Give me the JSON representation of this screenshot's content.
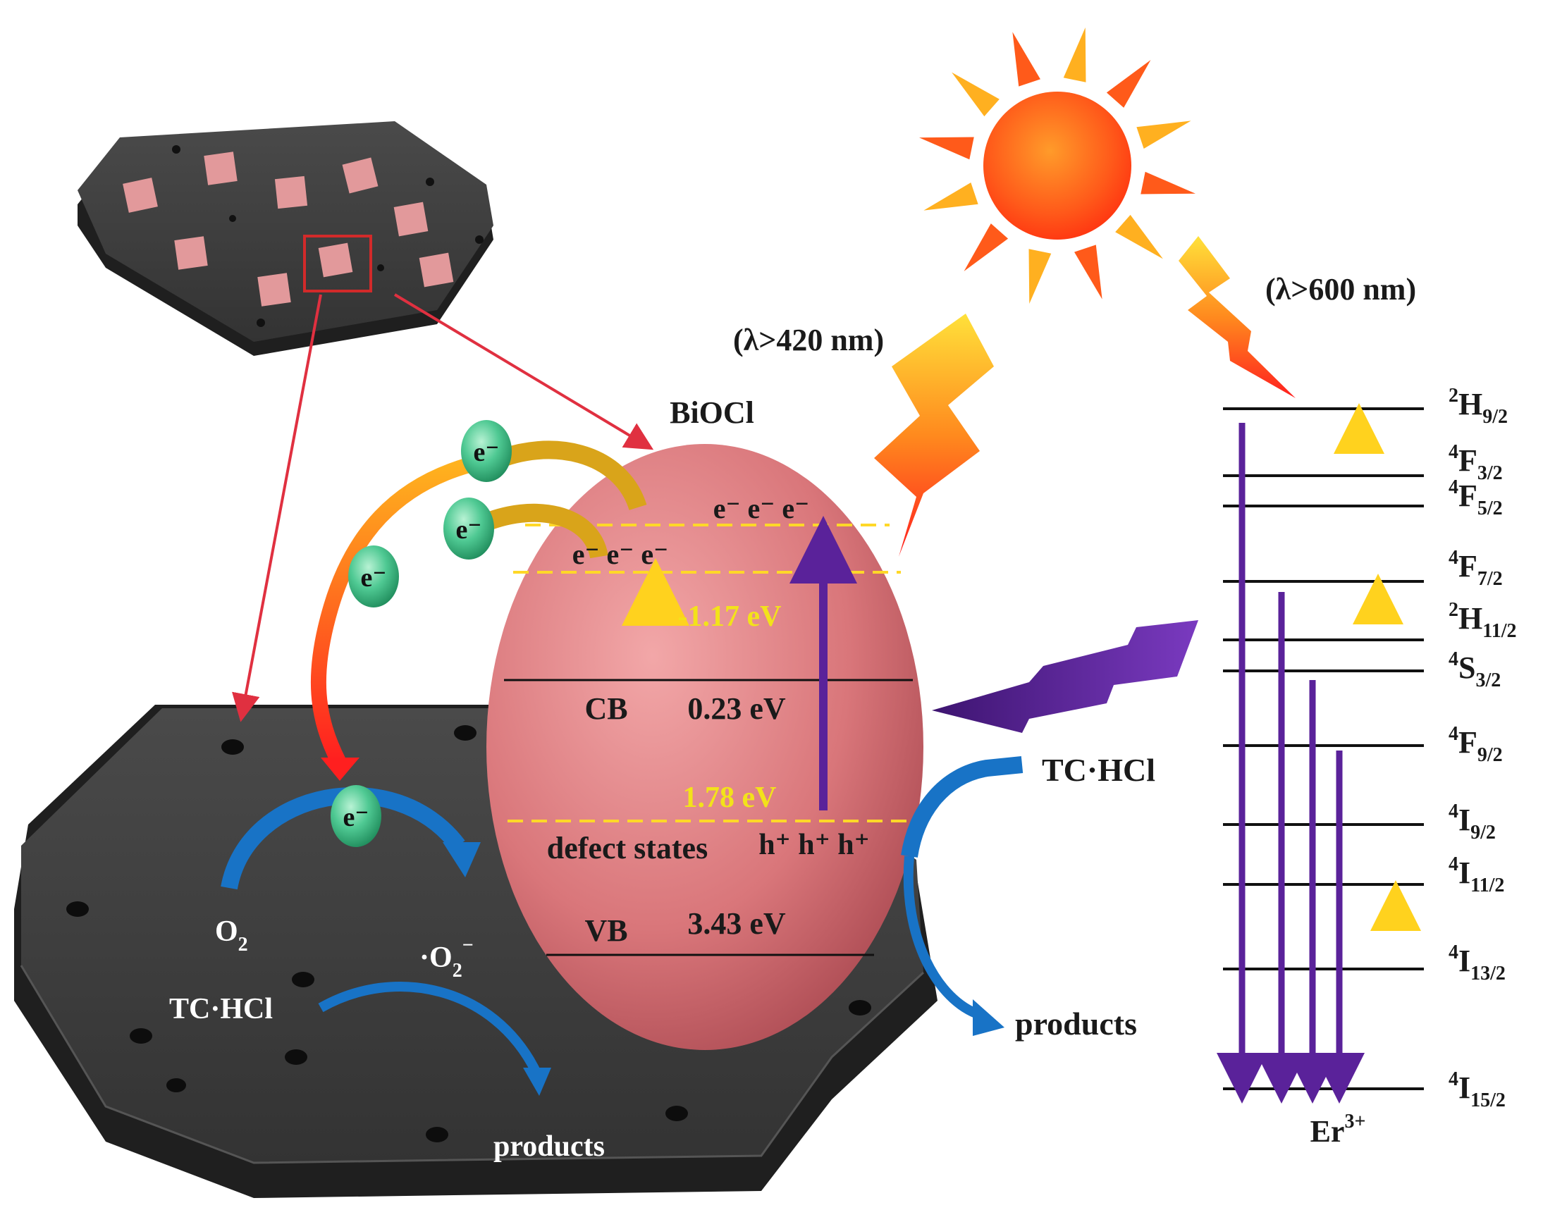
{
  "colors": {
    "sheet_dark": "#3c3c3c",
    "sheet_side": "#262626",
    "particle": "#e2999b",
    "egg": "#d9767a",
    "electron": "#4fc993",
    "flow_blue": "#1873c6",
    "arrow_red": "#e03040",
    "dashed_band": "#ffd828",
    "energy_label_yellow": "#f3e21a",
    "violet": "#6a2aa8",
    "sun": "#ff5a1a",
    "text": "#1a1a1a"
  },
  "labels": {
    "biocl": "BiOCl",
    "light_420": "(λ>420 nm)",
    "light_600": "(λ>600 nm)",
    "e_minus": "e⁻",
    "e_row_top": "e⁻ e⁻ e⁻",
    "e_row_bottom": "e⁻ e⁻ e⁻",
    "cb": "CB",
    "cb_value": "0.23 eV",
    "vb": "VB",
    "vb_value": "3.43 eV",
    "defect_cb_value": "-1.17 eV",
    "defect_vb_value": "1.78 eV",
    "defect_states": "defect states",
    "holes": "h⁺ h⁺ h⁺",
    "o2": "O",
    "o2_sub": "2",
    "superoxide": "·O",
    "superoxide_sub": "2",
    "superoxide_sup": "−",
    "tc_hcl_left": "TC·HCl",
    "tc_hcl_right": "TC·HCl",
    "products_left": "products",
    "products_right": "products",
    "er": "Er",
    "er_sup": "3+"
  },
  "energy_levels": [
    {
      "sup": "2",
      "base": "H",
      "sub": "9/2"
    },
    {
      "sup": "4",
      "base": "F",
      "sub": "3/2"
    },
    {
      "sup": "4",
      "base": "F",
      "sub": "5/2"
    },
    {
      "sup": "4",
      "base": "F",
      "sub": "7/2"
    },
    {
      "sup": "2",
      "base": "H",
      "sub": "11/2"
    },
    {
      "sup": "4",
      "base": "S",
      "sub": "3/2"
    },
    {
      "sup": "4",
      "base": "F",
      "sub": "9/2"
    },
    {
      "sup": "4",
      "base": "I",
      "sub": "9/2"
    },
    {
      "sup": "4",
      "base": "I",
      "sub": "11/2"
    },
    {
      "sup": "4",
      "base": "I",
      "sub": "13/2"
    },
    {
      "sup": "4",
      "base": "I",
      "sub": "15/2"
    }
  ]
}
